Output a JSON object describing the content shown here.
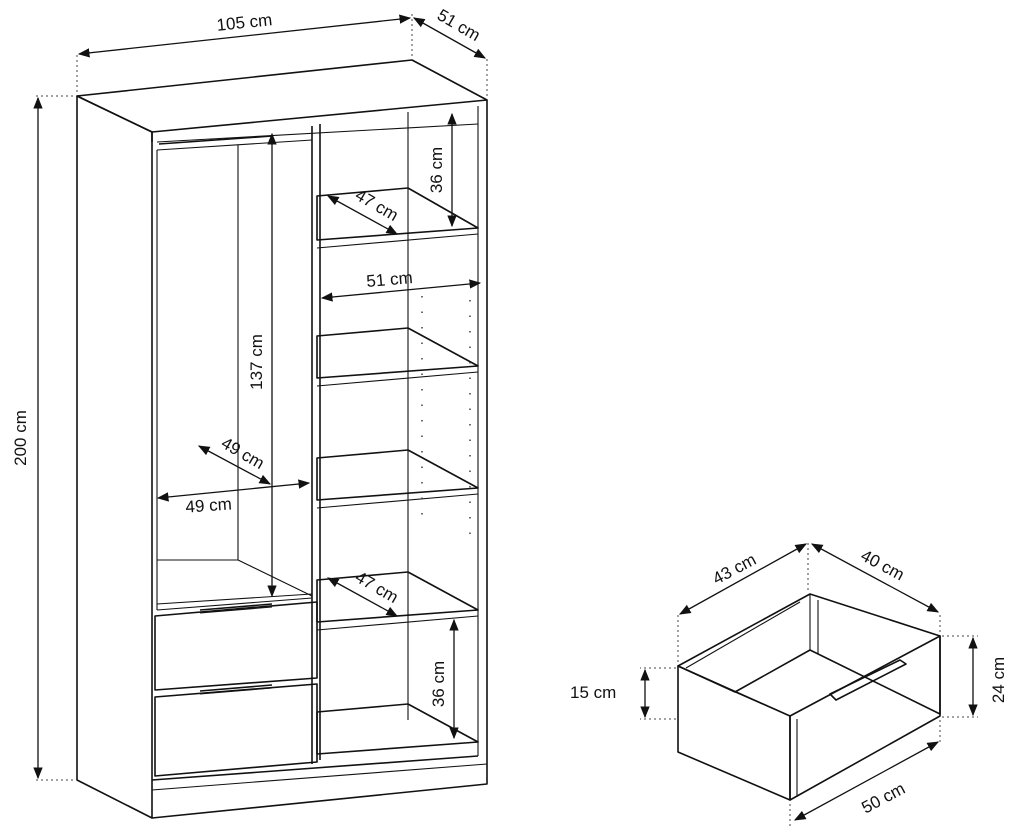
{
  "dimensions": {
    "wardrobe_width": "105 cm",
    "wardrobe_depth": "51 cm",
    "wardrobe_height": "200 cm",
    "top_shelf_height": "36 cm",
    "top_shelf_depth": "47 cm",
    "inner_width": "51 cm",
    "hanging_height": "137 cm",
    "hanging_depth": "49 cm",
    "hanging_width": "49 cm",
    "lower_shelf_depth": "47 cm",
    "bottom_shelf_height": "36 cm",
    "drawer_depth": "43 cm",
    "drawer_inner_width": "40 cm",
    "drawer_inner_height": "15 cm",
    "drawer_height": "24 cm",
    "drawer_width": "50 cm"
  }
}
